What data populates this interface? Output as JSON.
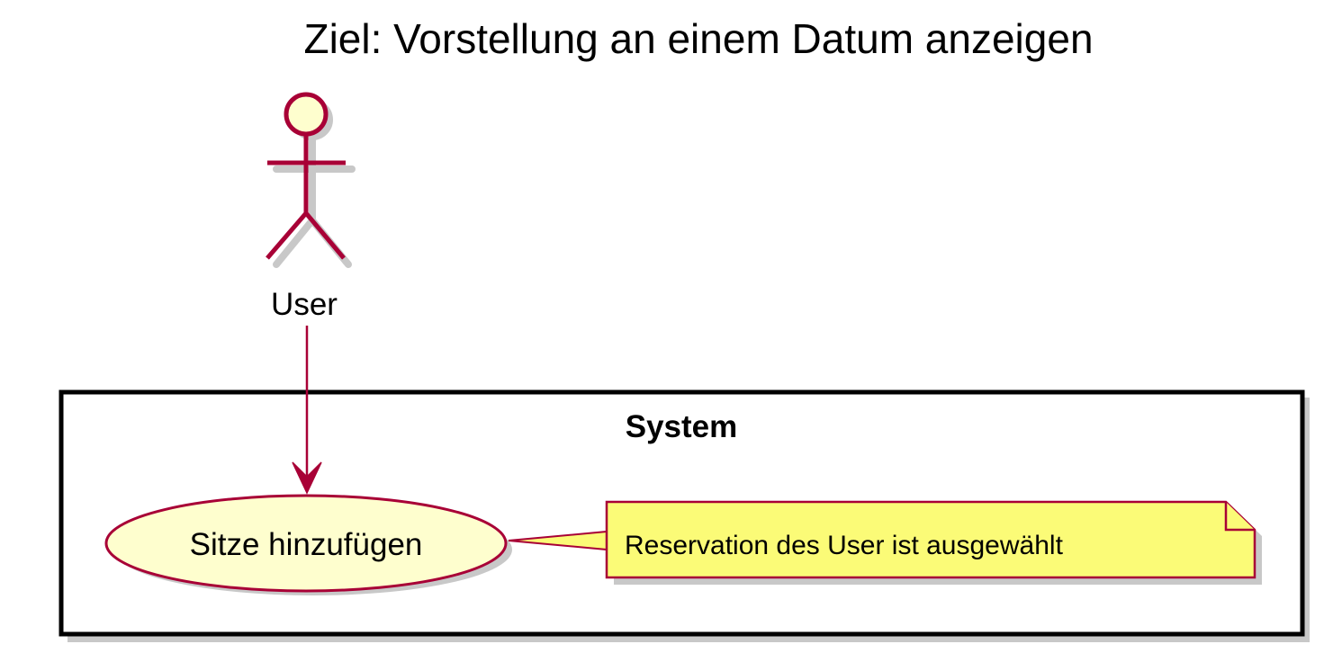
{
  "title": "Ziel: Vorstellung an einem Datum anzeigen",
  "actor": {
    "label": "User",
    "icon": "stick-figure-actor-icon"
  },
  "system": {
    "label": "System"
  },
  "use_case": {
    "label": "Sitze hinzufügen"
  },
  "note": {
    "text": "Reservation des User ist ausgewählt"
  },
  "colors": {
    "accent": "#A80036",
    "actor_fill": "#FEFECE",
    "use_case_fill": "#FEFECE",
    "note_fill": "#FBFB77",
    "system_border": "#000000",
    "shadow": "#C8C8C8"
  }
}
